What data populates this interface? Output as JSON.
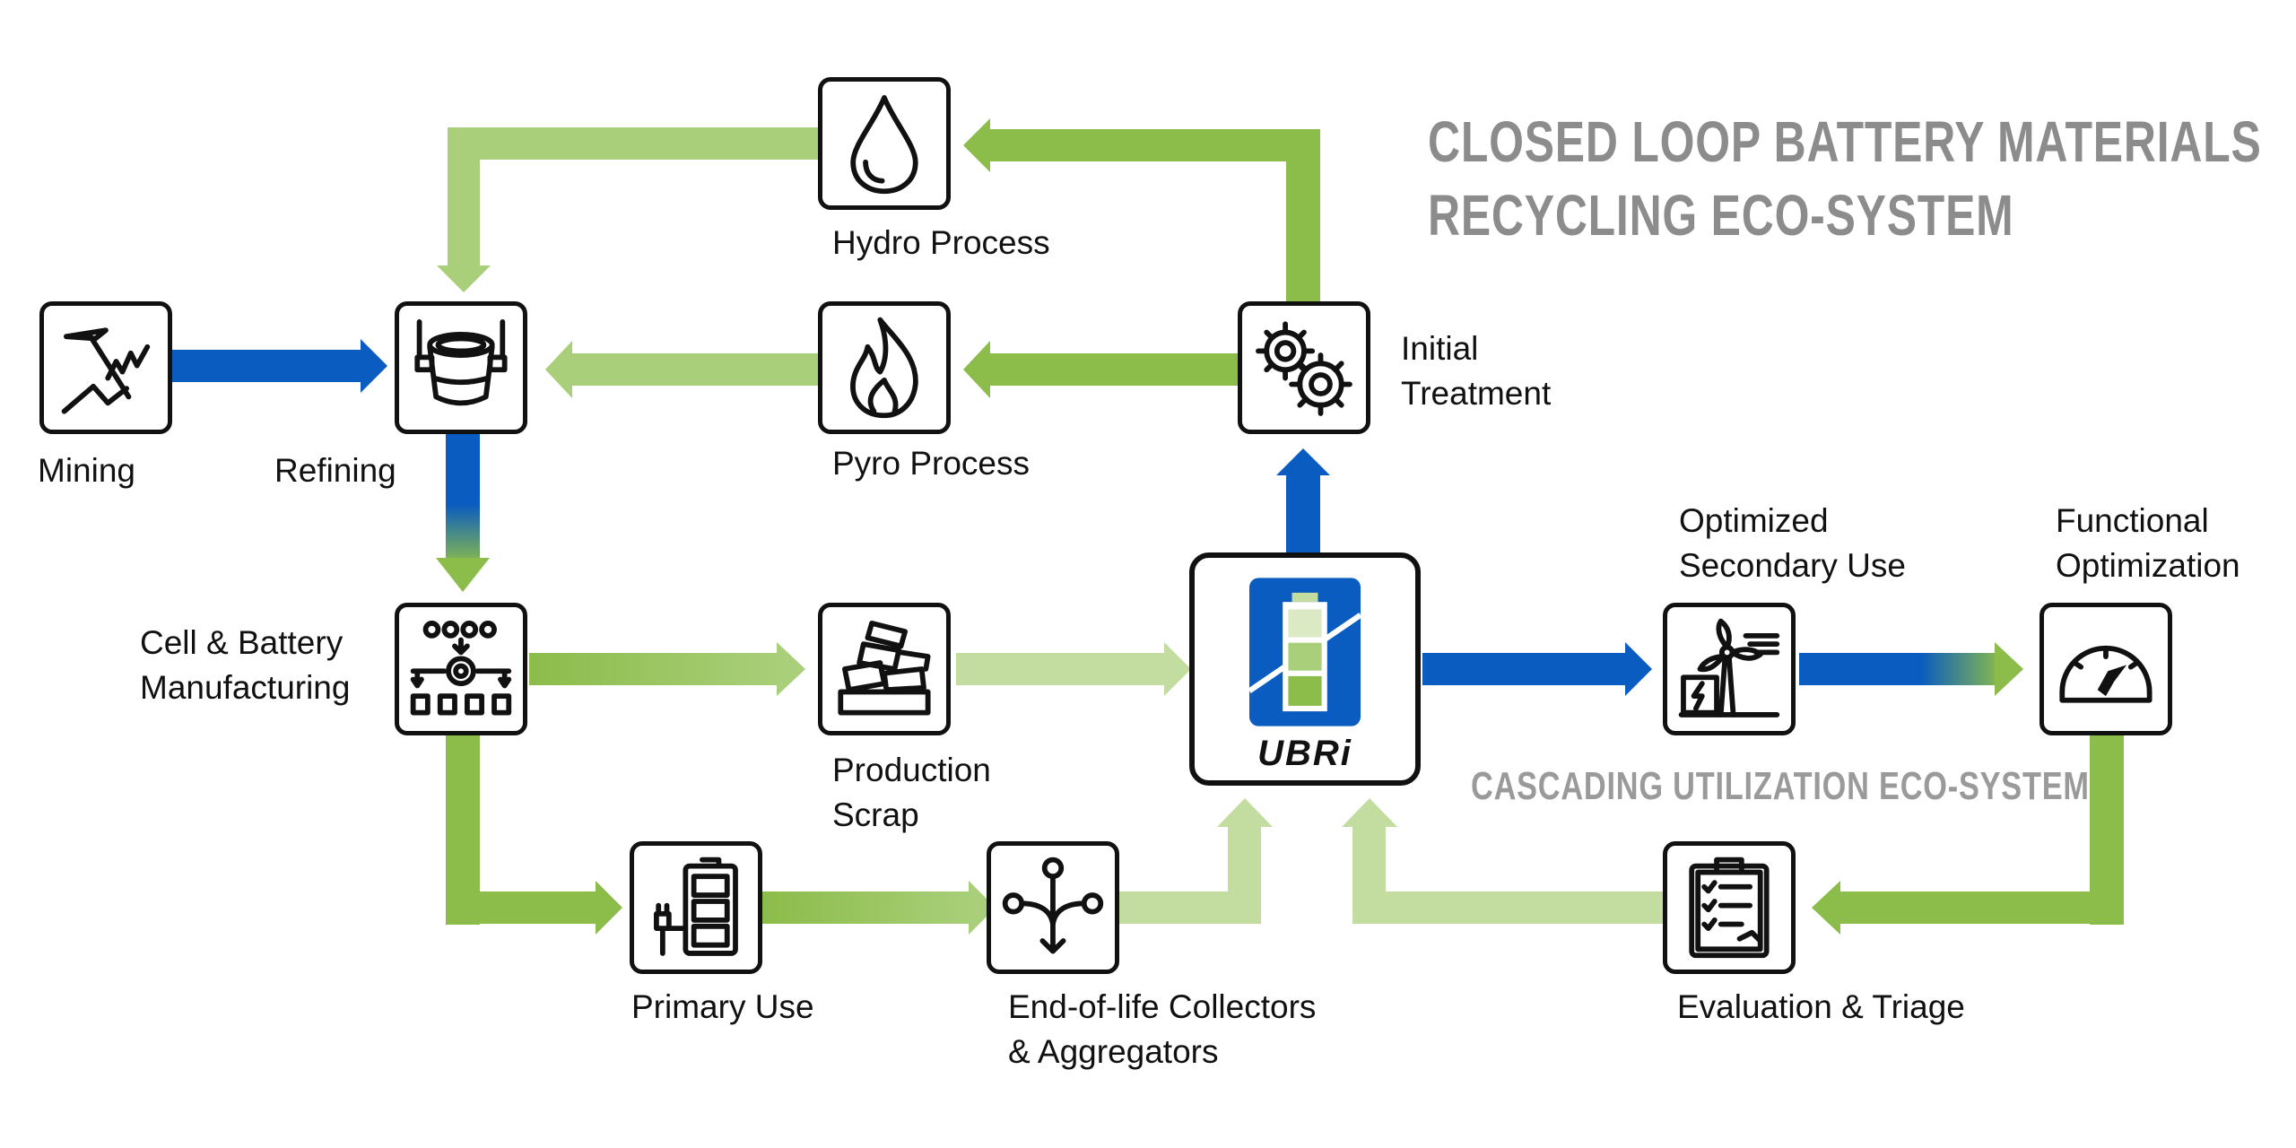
{
  "title": {
    "line1": "CLOSED LOOP BATTERY MATERIALS",
    "line2": "RECYCLING ECO-SYSTEM"
  },
  "subtitle": "CASCADING UTILIZATION ECO-SYSTEM",
  "nodes": {
    "mining": {
      "label": "Mining",
      "icon": "pickaxe-icon"
    },
    "refining": {
      "label": "Refining",
      "icon": "crucible-icon"
    },
    "hydro": {
      "label": "Hydro Process",
      "icon": "water-drop-icon"
    },
    "pyro": {
      "label": "Pyro Process",
      "icon": "flame-icon"
    },
    "initial": {
      "label_line1": "Initial",
      "label_line2": "Treatment",
      "icon": "gears-icon"
    },
    "cell": {
      "label_line1": "Cell & Battery",
      "label_line2": "Manufacturing",
      "icon": "assembly-gear-icon"
    },
    "scrap": {
      "label_line1": "Production",
      "label_line2": "Scrap",
      "icon": "scrap-pile-icon"
    },
    "ubri": {
      "brand": "UBRi",
      "icon": "battery-icon"
    },
    "secondary": {
      "label_line1": "Optimized",
      "label_line2": "Secondary Use",
      "icon": "wind-turbine-icon"
    },
    "functional": {
      "label_line1": "Functional",
      "label_line2": "Optimization",
      "icon": "gauge-icon"
    },
    "primary": {
      "label": "Primary Use",
      "icon": "battery-plug-icon"
    },
    "eol": {
      "label_line1": "End-of-life Collectors",
      "label_line2": "& Aggregators",
      "icon": "branch-icon"
    },
    "evaluation": {
      "label": "Evaluation & Triage",
      "icon": "clipboard-checklist-icon"
    }
  },
  "colors": {
    "blue": "#0a5cc0",
    "green": "#8cbc4a",
    "light_green": "#c3dda1",
    "mid_green": "#a9cf7a",
    "title_gray": "#8c8c8c"
  }
}
